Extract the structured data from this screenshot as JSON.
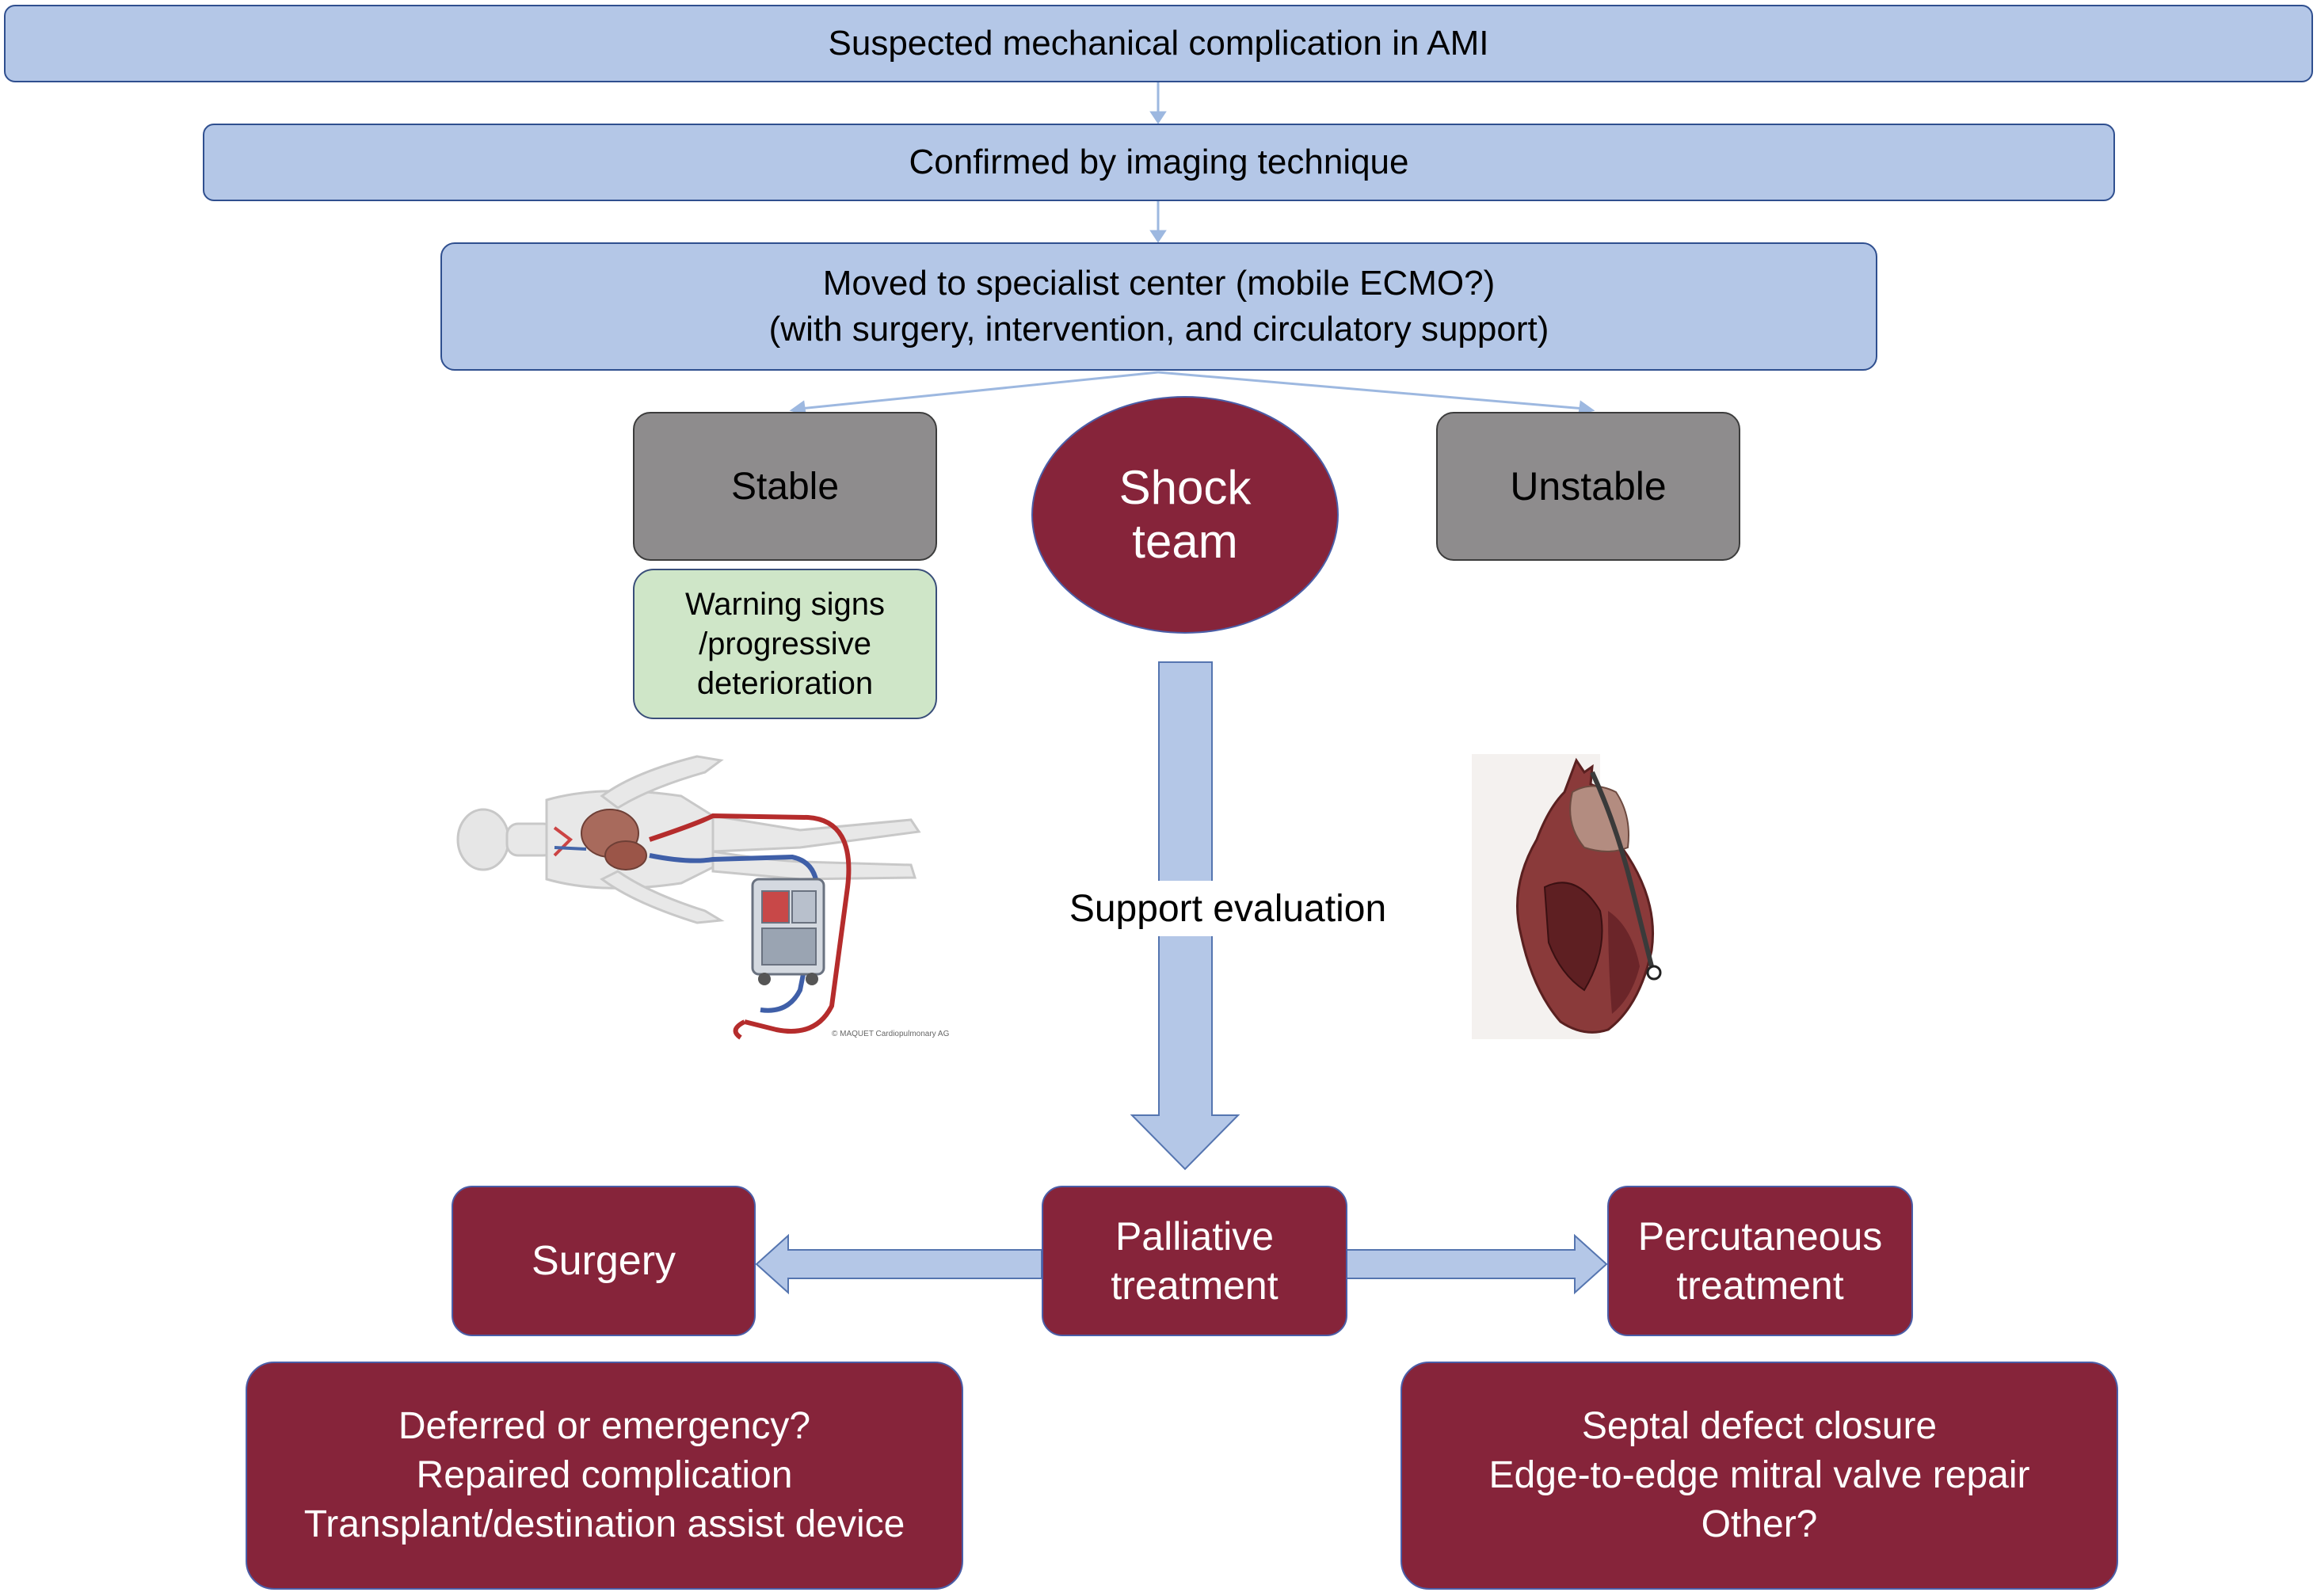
{
  "boxes": {
    "suspected": "Suspected mechanical complication in AMI",
    "confirmed": "Confirmed by imaging technique",
    "moved": {
      "line1": "Moved to specialist center (mobile ECMO?)",
      "line2": "(with surgery, intervention, and circulatory support)"
    },
    "stable": "Stable",
    "shock_team": {
      "line1": "Shock",
      "line2": "team"
    },
    "unstable": "Unstable",
    "warning": {
      "line1": "Warning signs",
      "line2": "/progressive",
      "line3": "deterioration"
    },
    "support_evaluation": "Support evaluation",
    "surgery": "Surgery",
    "palliative": {
      "line1": "Palliative",
      "line2": "treatment"
    },
    "percutaneous": {
      "line1": "Percutaneous",
      "line2": "treatment"
    },
    "surgery_details": {
      "line1": "Deferred or emergency?",
      "line2": "Repaired complication",
      "line3": "Transplant/destination assist device"
    },
    "percutaneous_details": {
      "line1": "Septal defect closure",
      "line2": "Edge-to-edge mitral valve repair",
      "line3": "Other?"
    }
  },
  "illustrations": {
    "ecmo_credit": "© MAQUET Cardiopulmonary AG"
  },
  "colors": {
    "blue_box": "#b4c7e7",
    "grey_box": "#8e8c8d",
    "green_box": "#cfe6c8",
    "maroon": "#86243a",
    "arrow": "#b4c7e7"
  }
}
